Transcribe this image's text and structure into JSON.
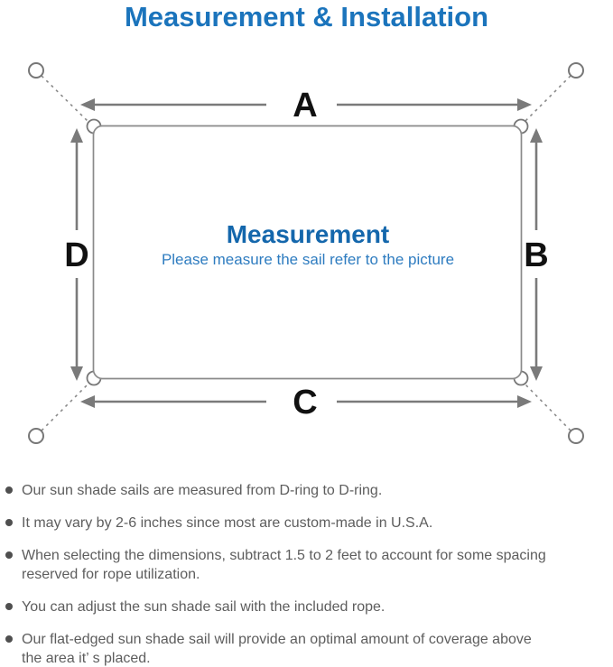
{
  "title": "Measurement & Installation",
  "diagram": {
    "label_top": "A",
    "label_right": "B",
    "label_bottom": "C",
    "label_left": "D",
    "center_heading": "Measurement",
    "center_subtitle": "Please measure the sail refer to the picture"
  },
  "bullets": [
    "Our sun shade sails are measured from D-ring to D-ring.",
    "It may vary by 2-6 inches since most are custom-made in U.S.A.",
    "When selecting the dimensions, subtract 1.5 to 2 feet to account for some spacing\nreserved for rope utilization.",
    "You can adjust the sun shade sail with the included rope.",
    "Our flat-edged sun shade sail will provide an optimal amount of coverage above\nthe area it’ s placed."
  ],
  "colors": {
    "title_blue": "#1b74bc",
    "center_heading_blue": "#1467ac",
    "center_subtitle_blue": "#2e7cc0",
    "diagram_line_gray": "#7a7a7a",
    "body_text_gray": "#5d5d5d",
    "dimension_label_black": "#111111"
  }
}
